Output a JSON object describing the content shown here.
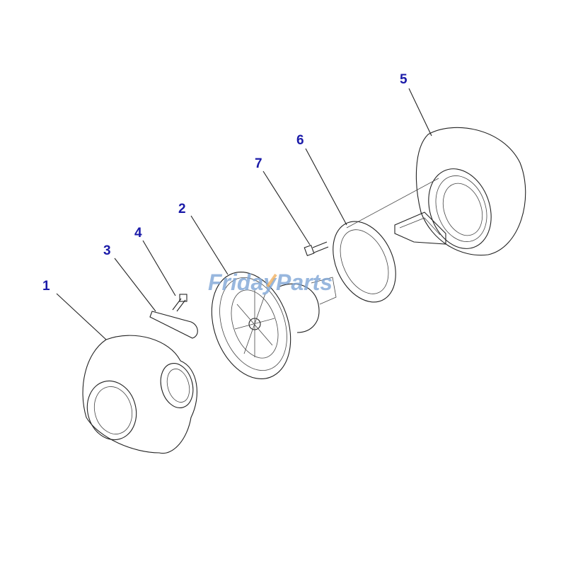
{
  "diagram": {
    "callouts": [
      {
        "label": "1",
        "part": "turbine-housing"
      },
      {
        "label": "2",
        "part": "cartridge"
      },
      {
        "label": "3",
        "part": "plate"
      },
      {
        "label": "4",
        "part": "bolt"
      },
      {
        "label": "5",
        "part": "compressor-housing"
      },
      {
        "label": "6",
        "part": "gasket-ring"
      },
      {
        "label": "7",
        "part": "bolt"
      }
    ],
    "label_color": "#1a1aa8",
    "watermark": "FridayParts"
  }
}
